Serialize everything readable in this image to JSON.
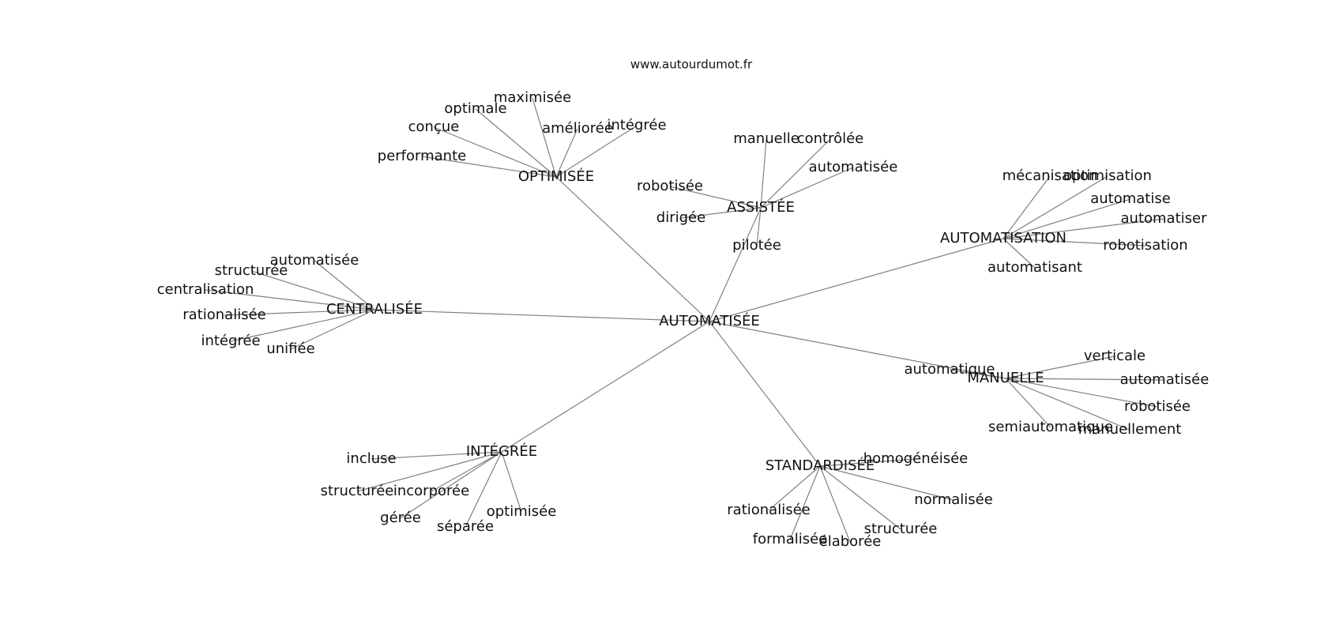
{
  "watermark": "www.autourdumot.fr",
  "root": {
    "id": "root",
    "label": "AUTOMATISÉE"
  },
  "hubs": [
    {
      "id": "optimisee",
      "label": "OPTIMISÉE",
      "leaves": [
        "maximisée",
        "optimale",
        "conçue",
        "améliorée",
        "intégrée",
        "performante"
      ]
    },
    {
      "id": "assistee",
      "label": "ASSISTÉE",
      "leaves": [
        "manuelle",
        "contrôlée",
        "automatisée",
        "robotisée",
        "dirigée",
        "pilotée"
      ]
    },
    {
      "id": "automatisation",
      "label": "AUTOMATISATION",
      "leaves": [
        "mécanisation",
        "optimisation",
        "automatise",
        "automatiser",
        "robotisation",
        "automatisant"
      ]
    },
    {
      "id": "centralisee",
      "label": "CENTRALISÉE",
      "leaves": [
        "automatisée",
        "structurée",
        "centralisation",
        "rationalisée",
        "intégrée",
        "unifiée"
      ]
    },
    {
      "id": "manuelle",
      "label": "MANUELLE",
      "leaves": [
        "verticale",
        "automatique",
        "automatisée",
        "robotisée",
        "semiautomatique",
        "manuellement"
      ]
    },
    {
      "id": "integree",
      "label": "INTÉGRÉE",
      "leaves": [
        "incluse",
        "structurée",
        "incorporée",
        "gérée",
        "séparée",
        "optimisée"
      ]
    },
    {
      "id": "standardisee",
      "label": "STANDARDISÉE",
      "leaves": [
        "homogénéisée",
        "normalisée",
        "rationalisée",
        "formalisée",
        "élaborée",
        "structurée"
      ]
    }
  ]
}
